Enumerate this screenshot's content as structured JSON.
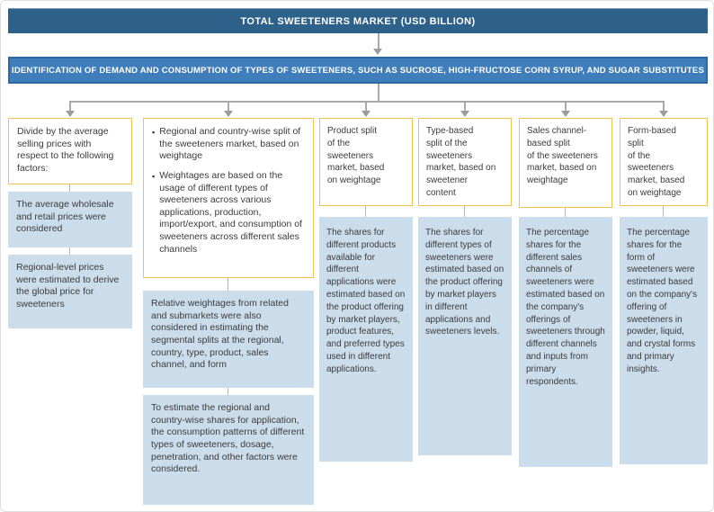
{
  "header": {
    "title": "TOTAL SWEETENERS MARKET (USD BILLION)"
  },
  "banner": {
    "text": "IDENTIFICATION OF DEMAND AND CONSUMPTION OF TYPES OF SWEETENERS, SUCH AS SUCROSE, HIGH-FRUCTOSE CORN SYRUP, AND SUGAR SUBSTITUTES"
  },
  "colors": {
    "bar_dark": "#2e6189",
    "banner_blue": "#3f7dbb",
    "accent_yellow": "#f2c24b",
    "note_blue": "#cbdceb",
    "line_gray": "#a9a9a9"
  },
  "icons": {
    "arrow_down": "css-triangle-down",
    "bullet": "▪"
  },
  "columns": [
    {
      "header": "Divide by the average selling prices with respect to the following factors:",
      "notes": [
        "The average wholesale and retail prices were considered",
        "Regional-level prices were estimated to derive the global price for sweeteners"
      ]
    },
    {
      "header_bullets": [
        "Regional and country-wise split of the sweeteners market, based on weightage",
        "Weightages are based on the usage of different types of sweeteners across various applications, production, import/export, and consumption of sweeteners across different sales channels"
      ],
      "notes": [
        "Relative weightages from related and submarkets were also considered in estimating the segmental splits at the regional, country, type, product, sales channel, and form",
        "To estimate the regional and country-wise shares for application, the consumption patterns of different types of sweeteners, dosage, penetration, and other factors were considered."
      ]
    },
    {
      "header": "Product split\nof the\nsweeteners\nmarket, based\non weightage",
      "notes": [
        "The shares for different products available for different applications were estimated based on the product offering by market players, product features, and preferred types used in different applications."
      ]
    },
    {
      "header": "Type-based\nsplit of the\nsweeteners\nmarket, based on\nsweetener\ncontent",
      "notes": [
        "The shares for different types of sweeteners were estimated based on the product offering by market players in different applications and sweeteners levels."
      ]
    },
    {
      "header": "Sales channel-\nbased split\nof the sweeteners\nmarket, based on\nweightage",
      "notes": [
        "The percentage shares for the different sales channels of sweeteners were estimated based on the company's offerings of sweeteners through different channels and inputs from primary respondents."
      ]
    },
    {
      "header": "Form-based\nsplit\nof the\nsweeteners\nmarket, based\non weightage",
      "notes": [
        "The percentage shares for the form of sweeteners were estimated based on the company's offering of sweeteners in powder, liquid, and crystal forms and primary insights."
      ]
    }
  ]
}
